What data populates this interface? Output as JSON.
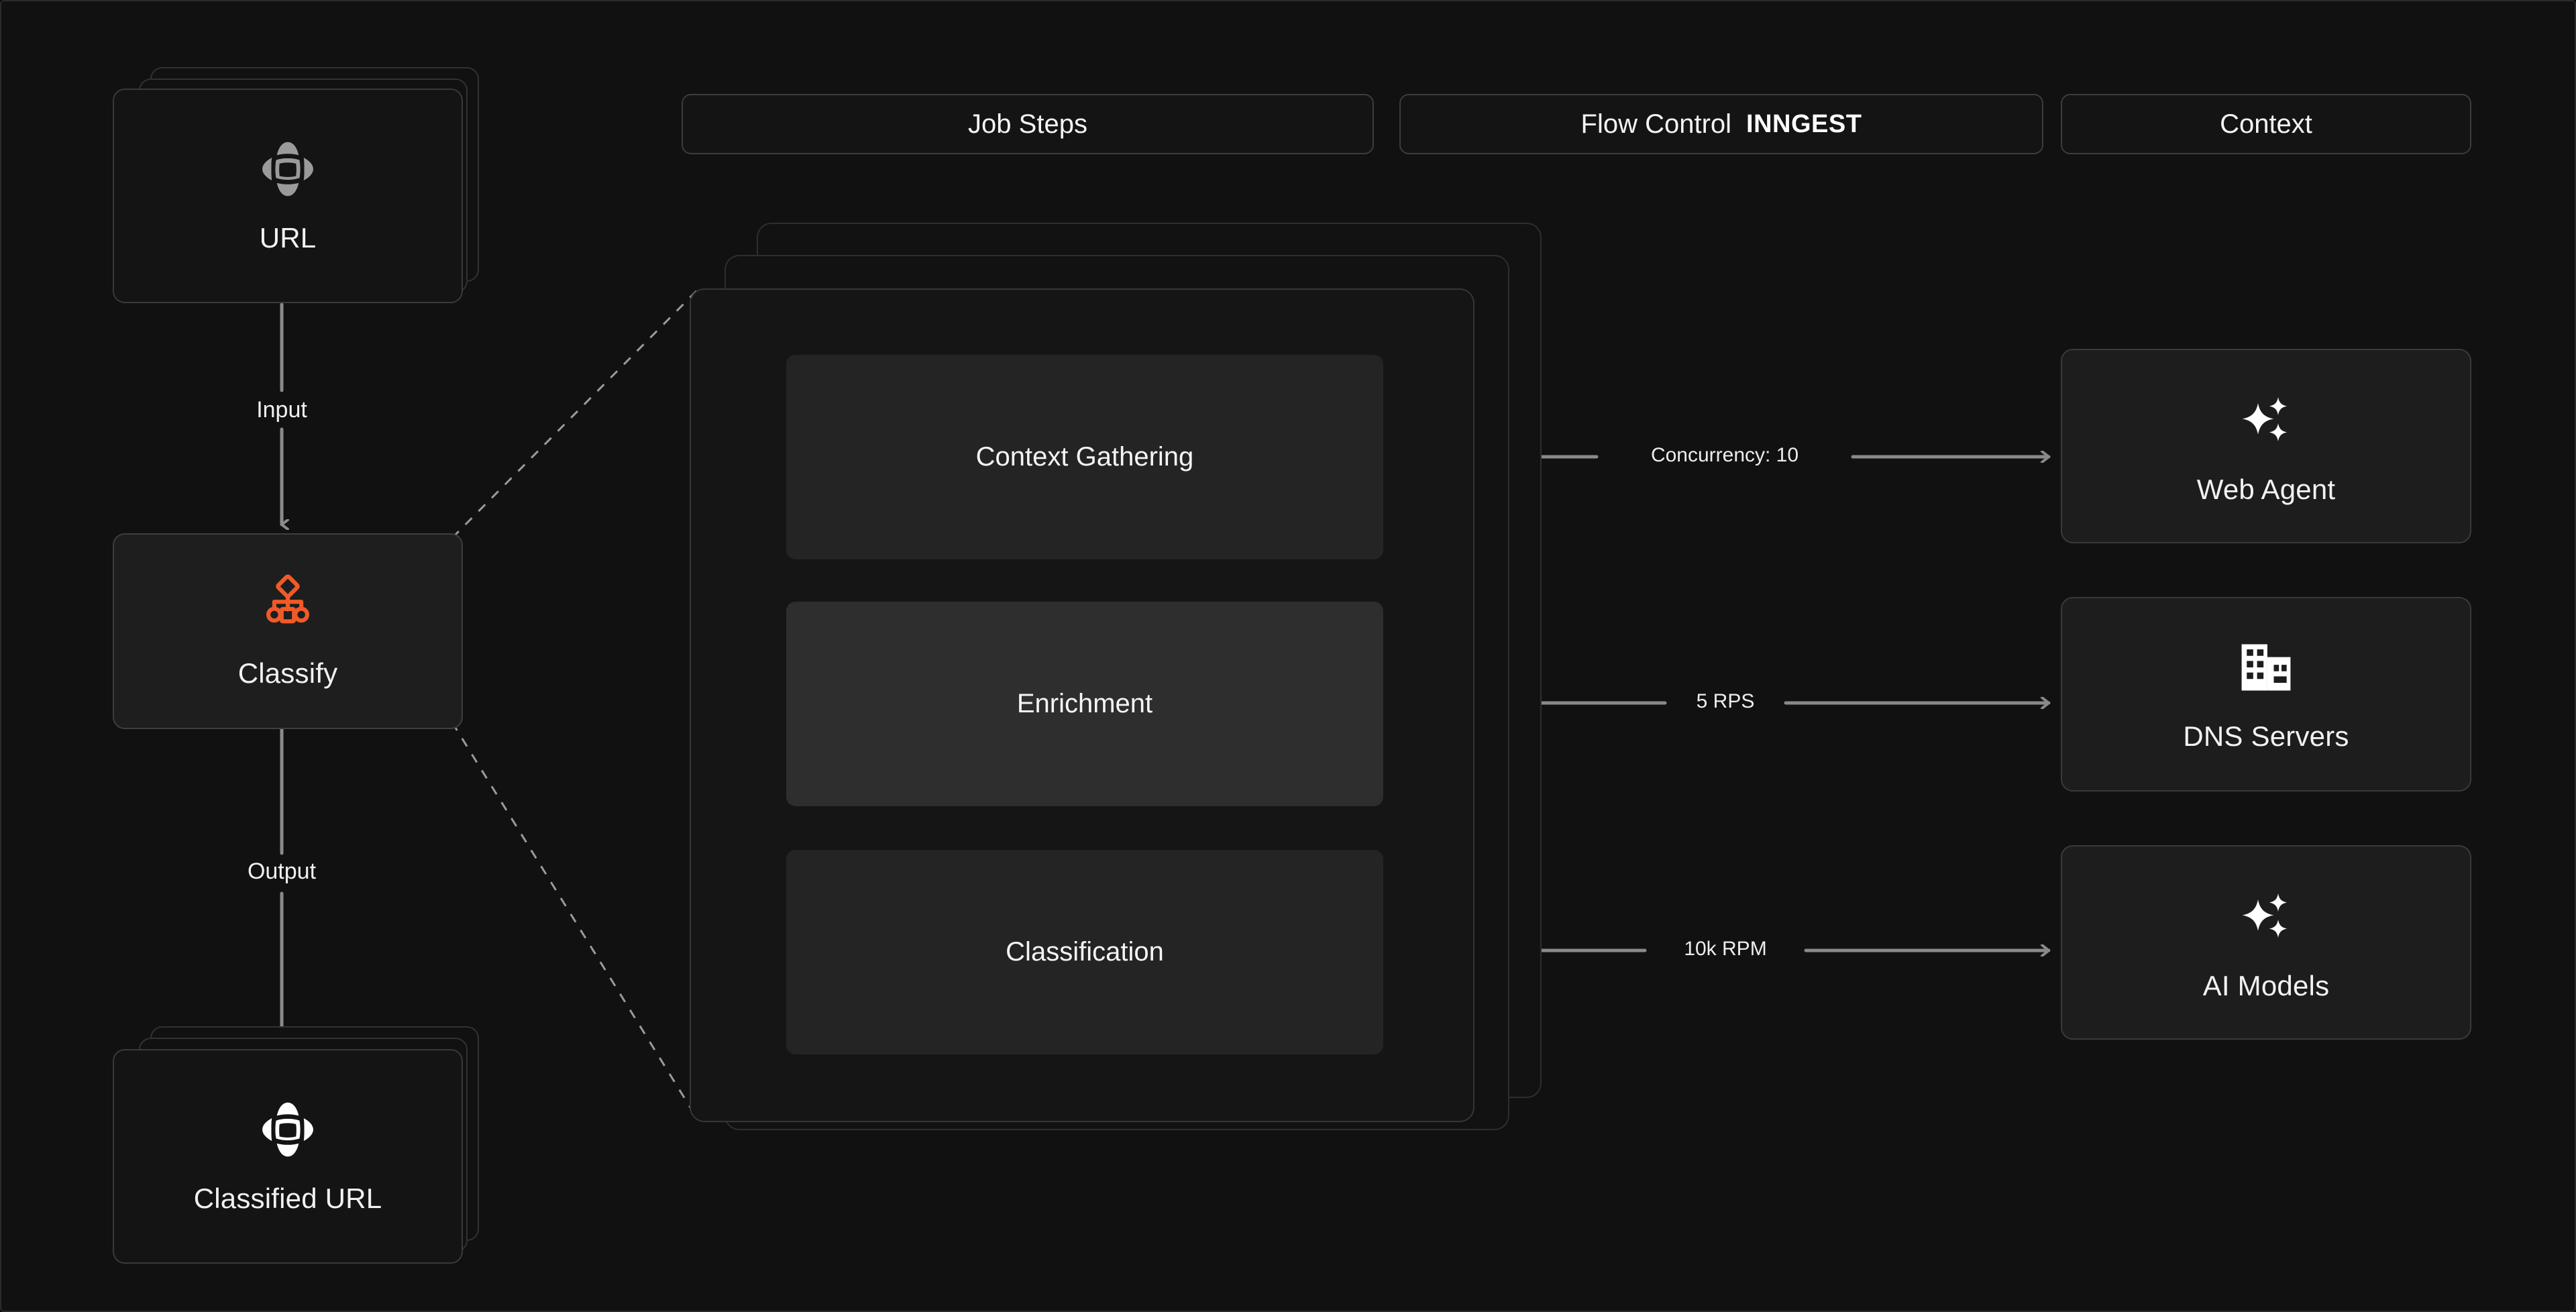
{
  "theme": {
    "background": "#111111",
    "card_bg": "#1b1b1b",
    "panel_bg": "#151515",
    "step_bg": "#242424",
    "step_highlight_bg": "#2e2e2e",
    "border": "#3a3a3a",
    "text": "#f2f2f2",
    "accent_orange": "#F05A28",
    "line": "#8a8a8a"
  },
  "tabs": [
    {
      "id": "job-steps",
      "label": "Job Steps",
      "brand": ""
    },
    {
      "id": "flow-control",
      "label": "Flow Control",
      "brand": "INNGEST"
    },
    {
      "id": "context",
      "label": "Context",
      "brand": ""
    }
  ],
  "input_node": {
    "label": "URL",
    "icon": "globe-icon",
    "stacked": true,
    "stack_count": 3
  },
  "process_node": {
    "label": "Classify",
    "icon": "workflow-classify-icon"
  },
  "output_node": {
    "label": "Classified URL",
    "icon": "globe-icon",
    "stacked": true,
    "stack_count": 3
  },
  "flow_labels": {
    "input": "Input",
    "output": "Output"
  },
  "job_steps": {
    "stack_count": 3,
    "steps": [
      {
        "id": "context-gathering",
        "label": "Context Gathering",
        "highlighted": false
      },
      {
        "id": "enrichment",
        "label": "Enrichment",
        "highlighted": true
      },
      {
        "id": "classification",
        "label": "Classification",
        "highlighted": false
      }
    ]
  },
  "edges": [
    {
      "id": "edge-web-agent",
      "from": "context-gathering",
      "to": "web-agent",
      "label": "Concurrency: 10"
    },
    {
      "id": "edge-dns-servers",
      "from": "enrichment",
      "to": "dns-servers",
      "label": "5 RPS"
    },
    {
      "id": "edge-ai-models",
      "from": "classification",
      "to": "ai-models",
      "label": "10k RPM"
    }
  ],
  "context_nodes": [
    {
      "id": "web-agent",
      "label": "Web Agent",
      "icon": "sparkles-icon"
    },
    {
      "id": "dns-servers",
      "label": "DNS Servers",
      "icon": "building-icon"
    },
    {
      "id": "ai-models",
      "label": "AI Models",
      "icon": "sparkles-icon"
    }
  ]
}
